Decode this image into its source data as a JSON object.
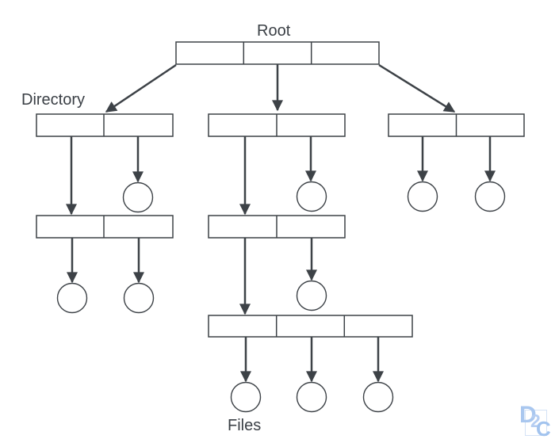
{
  "labels": {
    "root": "Root",
    "directory": "Directory",
    "files": "Files"
  },
  "watermark": {
    "letter_d": "D",
    "letter_2": "2",
    "letter_c": "C"
  },
  "colors": {
    "line": "#3d4247",
    "text": "#3a3f45",
    "node_fill": "#ffffff",
    "watermark_blue": "#a9c7ef",
    "background": "#ffffff"
  }
}
